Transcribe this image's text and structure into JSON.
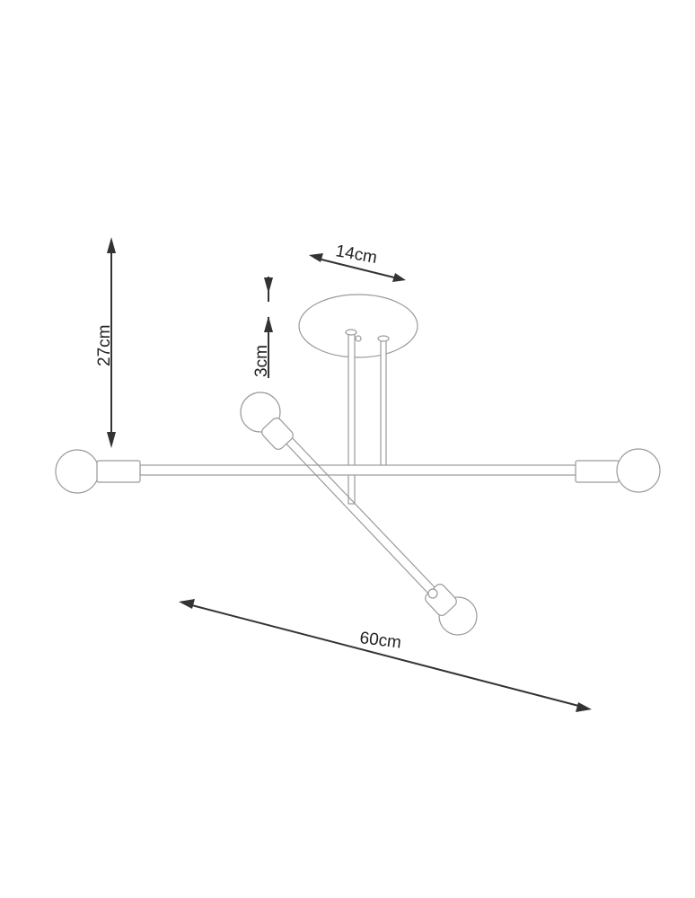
{
  "title": "Ceiling lamp dimension drawing",
  "dimensions": {
    "height_total": "27cm",
    "canopy_height": "3cm",
    "canopy_diameter": "14cm",
    "width": "60cm"
  },
  "colors": {
    "outline": "#9a9a9a",
    "dimension": "#333333"
  }
}
